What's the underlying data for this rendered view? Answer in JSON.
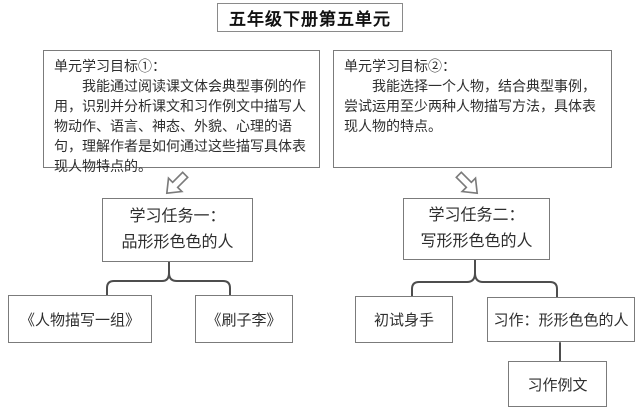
{
  "title": "五年级下册第五单元",
  "goals": [
    {
      "heading": "单元学习目标①：",
      "body": "我能通过阅读课文体会典型事例的作用，识别并分析课文和习作例文中描写人物动作、语言、神态、外貌、心理的语句，理解作者是如何通过这些描写具体表现人物特点的。"
    },
    {
      "heading": "单元学习目标②：",
      "body": "我能选择一个人物，结合典型事例，尝试运用至少两种人物描写方法，具体表现人物的特点。"
    }
  ],
  "tasks": [
    {
      "line1": "学习任务一：",
      "line2": "品形形色色的人"
    },
    {
      "line1": "学习任务二：",
      "line2": "写形形色色的人"
    }
  ],
  "leaves": {
    "task1": [
      "《人物描写一组》",
      "《刷子李》"
    ],
    "task2": [
      "初试身手",
      "习作：形形色色的人"
    ],
    "example": "习作例文"
  },
  "icons": {
    "arrow_left": "hollow-arrow-down-left",
    "arrow_right": "hollow-arrow-down-right"
  },
  "colors": {
    "background": "#ffffff",
    "box_border": "#7b7b7b",
    "connector": "#4d4d4d",
    "text": "#2e2e2e",
    "title_text": "#111111"
  }
}
